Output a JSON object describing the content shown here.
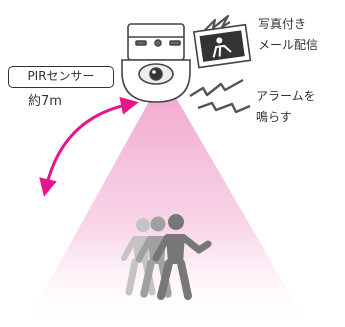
{
  "labels": {
    "photo_mail_line1": "写真付き",
    "photo_mail_line2": "メール配信",
    "alarm_line1": "アラームを",
    "alarm_line2": "鳴らす",
    "pir_sensor": "PIRセンサー",
    "distance": "約7m"
  },
  "colors": {
    "beam": "#f4b6d6",
    "arrow": "#e5168b",
    "camera_body": "#ffffff",
    "outline": "#444444",
    "lightning": "#555555",
    "person_near": "#777777",
    "person_mid": "#a0a0a0",
    "person_far": "#c4c4c4"
  },
  "icons": {
    "camera": "dome-camera-icon",
    "photo": "photo-icon",
    "mail_signal": "lightning-icon",
    "alarm": "alarm-wave-icon",
    "range": "double-arrow-icon",
    "intruder": "walking-person-icon"
  }
}
